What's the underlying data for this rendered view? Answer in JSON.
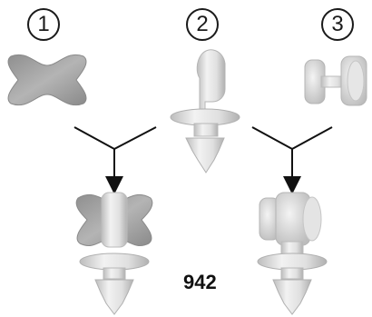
{
  "steps": [
    {
      "number": "1",
      "part": "x-shaped-pad"
    },
    {
      "number": "2",
      "part": "push-pin-hook"
    },
    {
      "number": "3",
      "part": "spool-cap"
    }
  ],
  "part_number": "942",
  "colors": {
    "line": "#111111",
    "part_light": "#e9e9e9",
    "part_mid": "#cfcfcf",
    "part_dark": "#a9a9a9",
    "pad_gray": "#9e9e9e"
  },
  "assemblies": [
    {
      "name": "result-1-2",
      "combines": [
        "1",
        "2"
      ]
    },
    {
      "name": "result-2-3",
      "combines": [
        "2",
        "3"
      ]
    }
  ]
}
